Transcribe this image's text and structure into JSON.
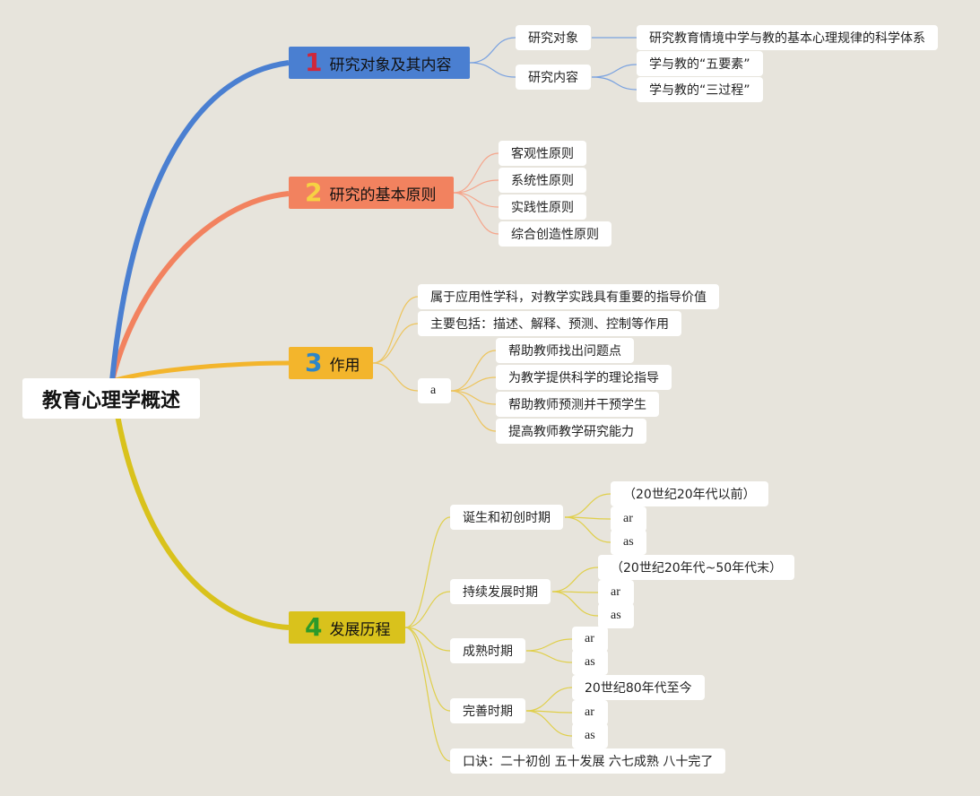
{
  "root": {
    "title": "教育心理学概述"
  },
  "branches": [
    {
      "num": "1",
      "title": "研究对象及其内容",
      "color": "#4a7fd1",
      "num_color": "#d0273a",
      "children": [
        {
          "label": "研究对象",
          "children": [
            "研究教育情境中学与教的基本心理规律的科学体系"
          ]
        },
        {
          "label": "研究内容",
          "children": [
            "学与教的“五要素”",
            "学与教的“三过程”"
          ]
        }
      ]
    },
    {
      "num": "2",
      "title": "研究的基本原则",
      "color": "#f2825f",
      "num_color": "#f6d243",
      "children": [
        "客观性原则",
        "系统性原则",
        "实践性原则",
        "综合创造性原则"
      ]
    },
    {
      "num": "3",
      "title": "作用",
      "color": "#f3b52c",
      "num_color": "#2e86c8",
      "children": [
        {
          "label": "属于应用性学科，对教学实践具有重要的指导价值"
        },
        {
          "label": "主要包括：描述、解释、预测、控制等作用"
        },
        {
          "label": "a",
          "children": [
            "帮助教师找出问题点",
            "为教学提供科学的理论指导",
            "帮助教师预测并干预学生",
            "提高教师教学研究能力"
          ]
        }
      ]
    },
    {
      "num": "4",
      "title": "发展历程",
      "color": "#d9c21c",
      "num_color": "#2c9a2a",
      "children": [
        {
          "label": "诞生和初创时期",
          "children": [
            "（20世纪20年代以前）",
            "ar",
            "as"
          ]
        },
        {
          "label": "持续发展时期",
          "children": [
            "（20世纪20年代~50年代末）",
            "ar",
            "as"
          ]
        },
        {
          "label": "成熟时期",
          "children": [
            "ar",
            "as"
          ]
        },
        {
          "label": "完善时期",
          "children": [
            "20世纪80年代至今",
            "ar",
            "as"
          ]
        },
        {
          "label": "口诀：二十初创 五十发展 六七成熟 八十完了"
        }
      ]
    }
  ],
  "colors": {
    "background": "#e7e4dc",
    "node_fill": "#ffffff",
    "thin_blue": "#7aa2e0",
    "thin_orange": "#f5a48a",
    "thin_yellow": "#edc45c",
    "thin_gold": "#e0cf4a"
  }
}
